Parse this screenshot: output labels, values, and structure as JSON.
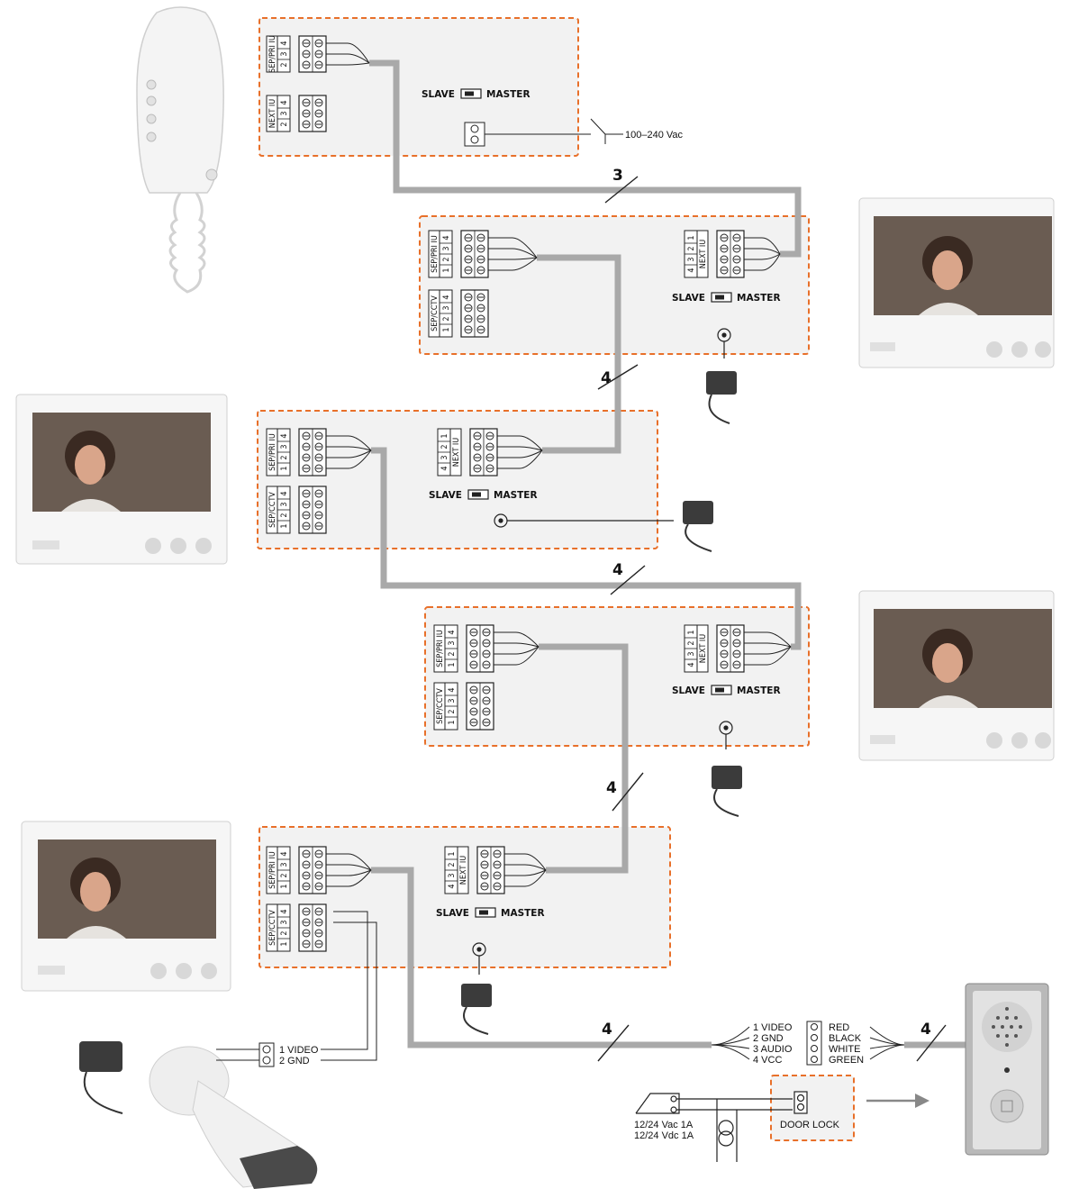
{
  "modules": [
    {
      "switch": {
        "slave": "SLAVE",
        "master": "MASTER"
      },
      "blocks": [
        {
          "name": "SEP/PRI IU",
          "nums": [
            "2",
            "3",
            "4"
          ]
        },
        {
          "name": "NEXT IU",
          "nums": [
            "2",
            "3",
            "4"
          ]
        }
      ]
    },
    {
      "switch": {
        "slave": "SLAVE",
        "master": "MASTER"
      },
      "blocks": [
        {
          "name": "SEP/PRI IU",
          "nums": [
            "1",
            "2",
            "3",
            "4"
          ]
        },
        {
          "name": "SEP/CCTV",
          "nums": [
            "1",
            "2",
            "3",
            "4"
          ]
        },
        {
          "name": "NEXT IU",
          "nums": [
            "1",
            "2",
            "3",
            "4"
          ]
        }
      ]
    },
    {
      "switch": {
        "slave": "SLAVE",
        "master": "MASTER"
      },
      "blocks": [
        {
          "name": "SEP/PRI IU",
          "nums": [
            "1",
            "2",
            "3",
            "4"
          ]
        },
        {
          "name": "SEP/CCTV",
          "nums": [
            "1",
            "2",
            "3",
            "4"
          ]
        },
        {
          "name": "NEXT IU",
          "nums": [
            "1",
            "2",
            "3",
            "4"
          ]
        }
      ]
    },
    {
      "switch": {
        "slave": "SLAVE",
        "master": "MASTER"
      },
      "blocks": [
        {
          "name": "SEP/PRI IU",
          "nums": [
            "1",
            "2",
            "3",
            "4"
          ]
        },
        {
          "name": "SEP/CCTV",
          "nums": [
            "1",
            "2",
            "3",
            "4"
          ]
        },
        {
          "name": "NEXT IU",
          "nums": [
            "1",
            "2",
            "3",
            "4"
          ]
        }
      ]
    },
    {
      "switch": {
        "slave": "SLAVE",
        "master": "MASTER"
      },
      "blocks": [
        {
          "name": "SEP/PRI IU",
          "nums": [
            "1",
            "2",
            "3",
            "4"
          ]
        },
        {
          "name": "SEP/CCTV",
          "nums": [
            "1",
            "2",
            "3",
            "4"
          ]
        },
        {
          "name": "NEXT IU",
          "nums": [
            "1",
            "2",
            "3",
            "4"
          ]
        }
      ]
    }
  ],
  "power": {
    "mains": "100–240 Vac"
  },
  "cable_counts": [
    "3",
    "4",
    "4",
    "4",
    "4",
    "4"
  ],
  "camera": {
    "terms": [
      "1 VIDEO",
      "2 GND"
    ]
  },
  "door_panel": {
    "terms": [
      "1 VIDEO",
      "2 GND",
      "3 AUDIO",
      "4 VCC"
    ],
    "wire_colors": [
      "RED",
      "BLACK",
      "WHITE",
      "GREEN"
    ]
  },
  "door_lock": {
    "label": "DOOR LOCK",
    "supply": [
      "12/24 Vac 1A",
      "12/24 Vdc 1A"
    ]
  },
  "colors": {
    "dashed_border": "#e8702a",
    "cable": "#a9a9a9",
    "panel_bg": "#f2f2f2"
  }
}
